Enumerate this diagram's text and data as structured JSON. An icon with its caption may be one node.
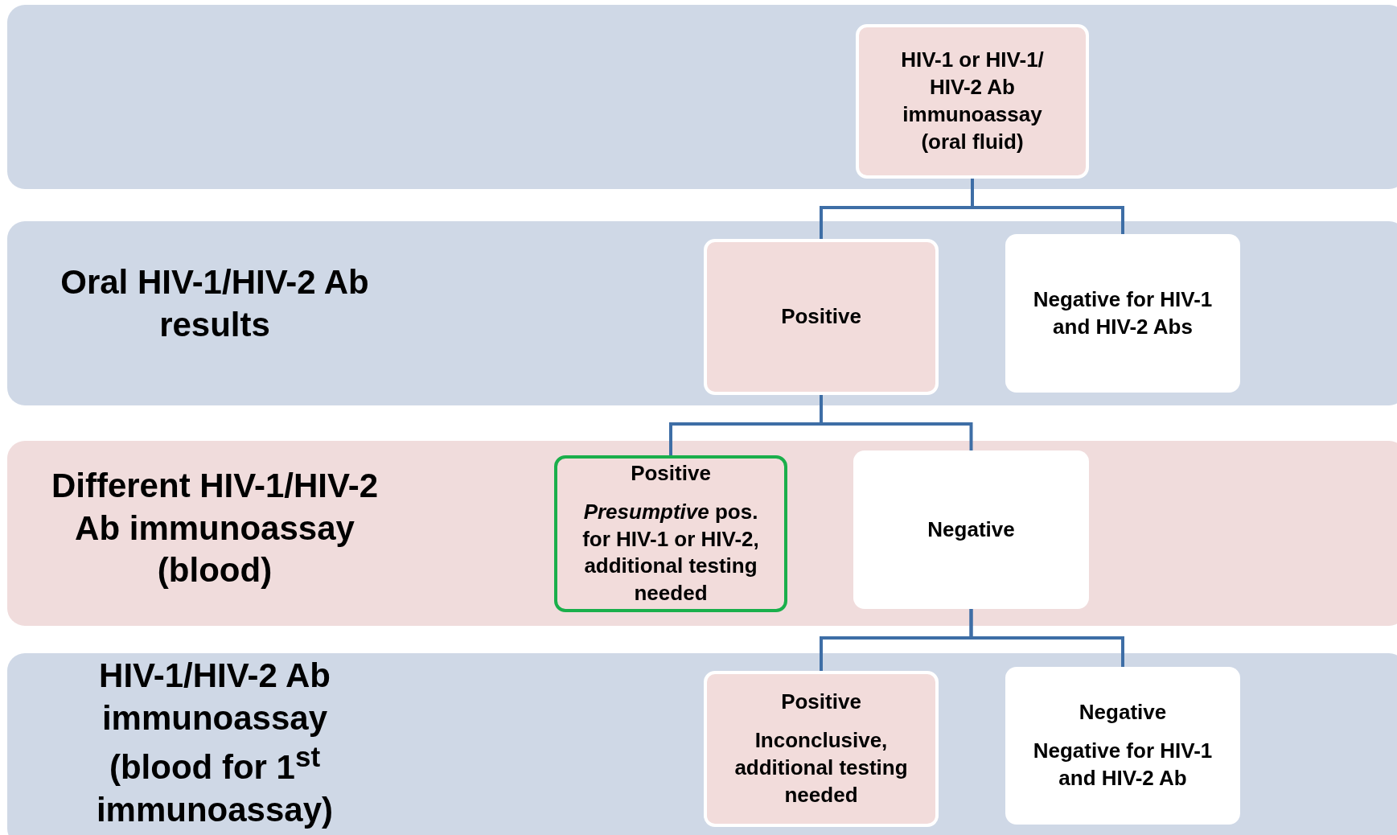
{
  "diagram": {
    "nodes": [
      {
        "text": [],
        "shape": "box"
      },
      {
        "text": [
          "HIV-1 or HIV-1/ HIV-2 Ab immunoassay (oral fluid)"
        ],
        "in": 0
      },
      {
        "text": [
          "Oral HIV-1/HIV-2 Ab results"
        ]
      },
      {
        "text": [
          "Positive"
        ],
        "in": 2
      },
      {
        "text": [
          "Negative for HIV-1 and HIV-2 Abs"
        ],
        "in": 2
      },
      {
        "text": [
          "Different HIV-1/HIV-2 Ab immunoassay (blood)"
        ]
      },
      {
        "text": [
          "Positive",
          "*Presumptive* pos. for HIV-1 or HIV-2, additional testing needed"
        ],
        "in": 5
      },
      {
        "text": [
          "Negative"
        ],
        "in": 5
      },
      {
        "text": [
          "HIV-1/HIV-2 Ab immunoassay (blood for 1$^{st}$ immunoassay)"
        ]
      },
      {
        "text": [
          "Positive",
          "Inconclusive, additional testing needed"
        ],
        "in": 8
      },
      {
        "text": [
          "Negative",
          "Negative for HIV-1 and HIV-2 Ab"
        ],
        "in": 8
      }
    ],
    "edges": [
      {
        "from": 1,
        "to": 3,
        "arrow": "none"
      },
      {
        "from": 1,
        "to": 4,
        "arrow": "none"
      },
      {
        "from": 3,
        "to": 6,
        "arrow": "none"
      },
      {
        "from": 3,
        "to": 7,
        "arrow": "none"
      },
      {
        "from": 7,
        "to": 9,
        "arrow": "none"
      },
      {
        "from": 7,
        "to": 10,
        "arrow": "none"
      }
    ]
  }
}
